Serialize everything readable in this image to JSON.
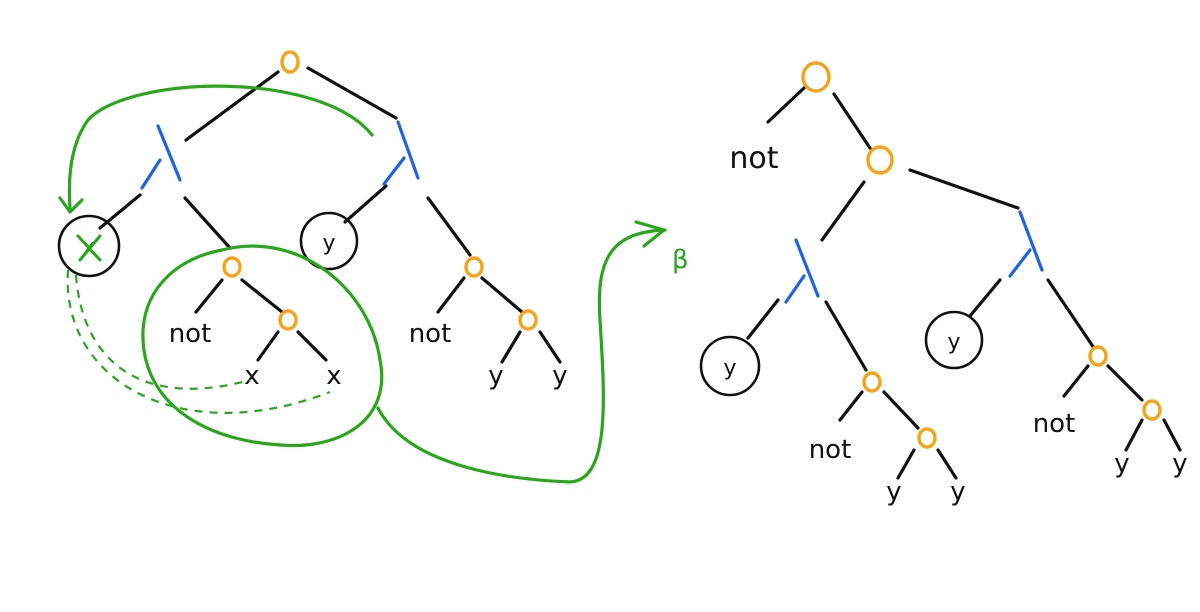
{
  "colors": {
    "operator": "#f2a41a",
    "application": "#1f63e0",
    "edge": "#111111",
    "annotation": "#2aa61d"
  },
  "left_tree": {
    "bound_var": "x",
    "arg_var": "y",
    "leaves": {
      "not_a": "not",
      "not_b": "not",
      "x1": "x",
      "x2": "x",
      "y1": "y",
      "y2": "y"
    }
  },
  "arrow": {
    "label": "β"
  },
  "right_tree": {
    "not_top": "not",
    "var_a": "y",
    "var_b": "y",
    "leaves": {
      "not_a": "not",
      "not_b": "not",
      "y1": "y",
      "y2": "y",
      "y3": "y",
      "y4": "y"
    }
  }
}
